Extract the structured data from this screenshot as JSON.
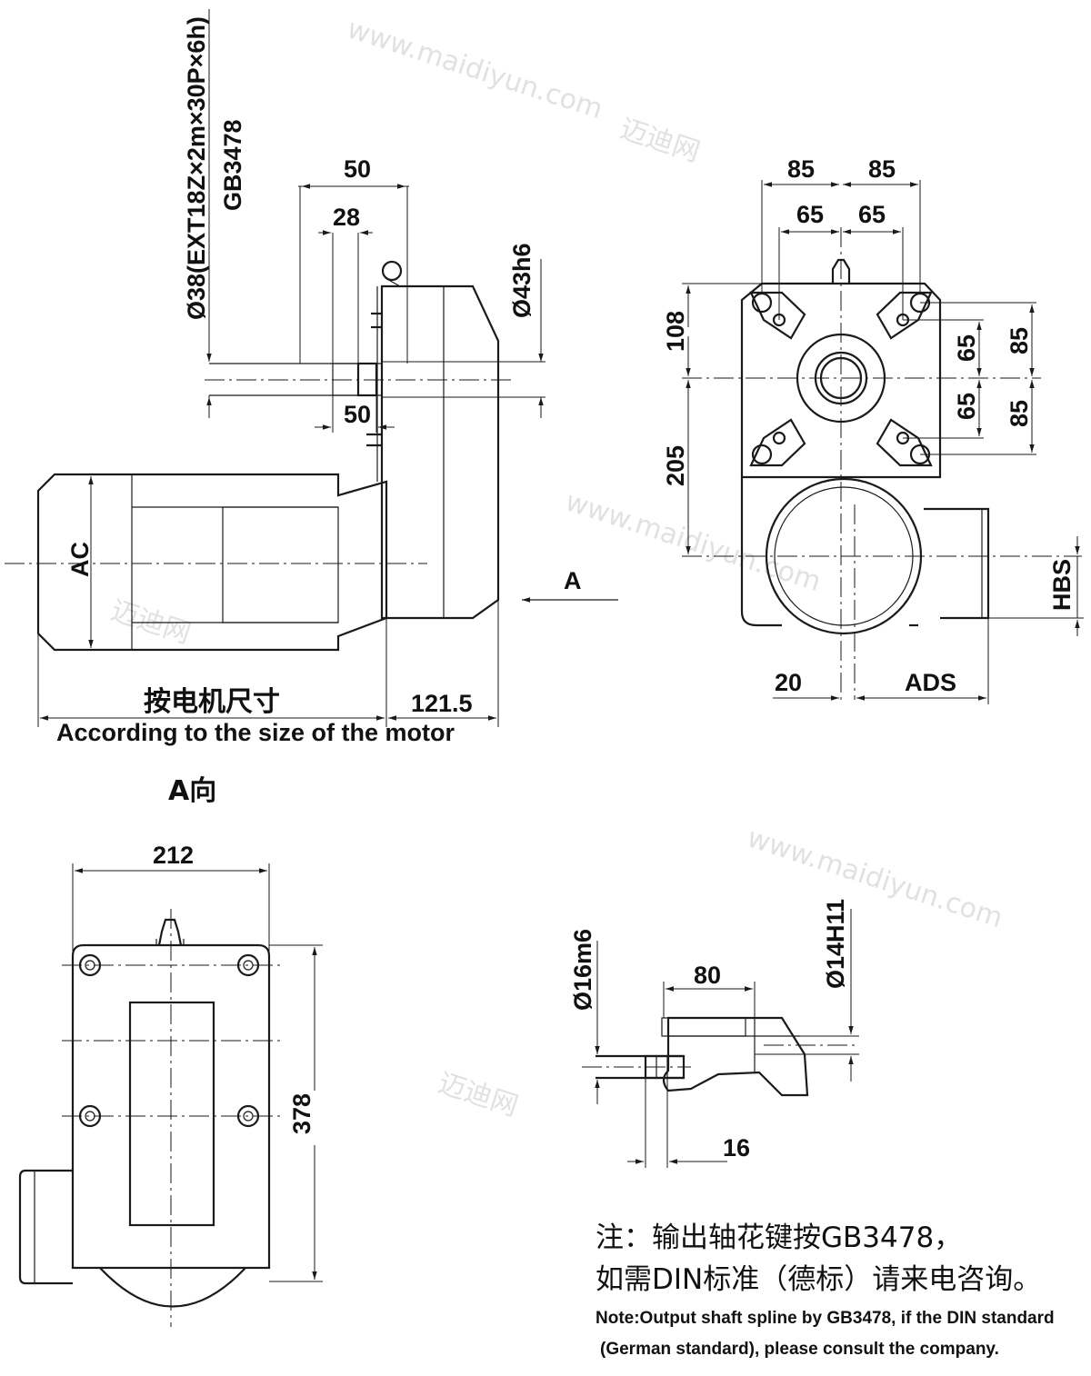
{
  "watermark": {
    "site": "www.maidiyun.com",
    "brand": "迈迪网"
  },
  "side_view": {
    "spline_spec": "Ø38(EXT18Z×2m×30P×6h)",
    "spline_standard": "GB3478",
    "dim_50_top": "50",
    "dim_28": "28",
    "dim_50_bottom": "50",
    "dim_shaft_dia": "Ø43h6",
    "label_ac": "AC",
    "label_view_a": "A",
    "dim_121_5": "121.5",
    "motor_size_cn": "按电机尺寸",
    "motor_size_en": "According to the size of the motor"
  },
  "front_view": {
    "dim_85_left": "85",
    "dim_85_right": "85",
    "dim_65_left": "65",
    "dim_65_right": "65",
    "dim_108": "108",
    "dim_205": "205",
    "dim_65_upper": "65",
    "dim_85_upper": "85",
    "dim_65_lower": "65",
    "dim_85_lower": "85",
    "dim_hbs": "HBS",
    "dim_20": "20",
    "dim_ads": "ADS"
  },
  "view_a": {
    "title": "A向",
    "dim_212": "212",
    "dim_378": "378"
  },
  "shaft_detail": {
    "dim_16m6": "Ø16m6",
    "dim_80": "80",
    "dim_14H11": "Ø14H11",
    "dim_16": "16"
  },
  "note": {
    "cn_line1": "注：输出轴花键按GB3478，",
    "cn_line2": "如需DIN标准（德标）请来电咨询。",
    "en_line1": "Note:Output shaft spline by GB3478, if the DIN standard",
    "en_line2": "(German standard), please consult the company."
  }
}
